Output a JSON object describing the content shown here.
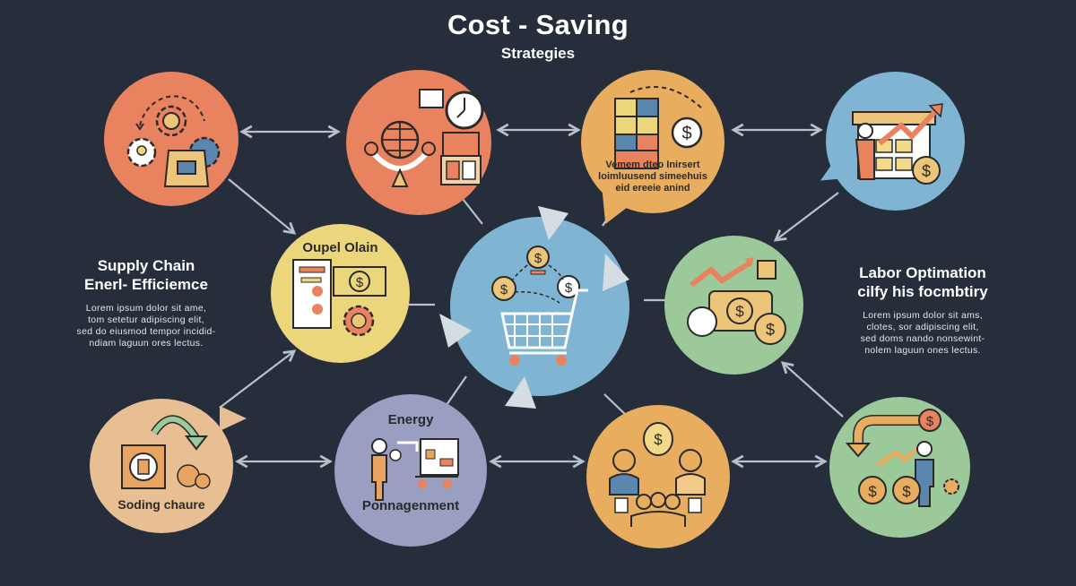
{
  "header": {
    "title": "Cost - Saving",
    "subtitle": "Strategies"
  },
  "colors": {
    "background": "#262d3b",
    "orange": "#e8825f",
    "amber": "#e8ad5f",
    "blue": "#7fb5d3",
    "yellow": "#ecd67c",
    "green": "#9cc99a",
    "peach": "#e8bf93",
    "lavender": "#9a9ec0",
    "arrow": "#b8c0cc",
    "pointer": "#d5dde3"
  },
  "nodes": [
    {
      "id": "process-automation",
      "icon": "gears-machine-icon",
      "label": ""
    },
    {
      "id": "global-sourcing",
      "icon": "globe-scale-icon",
      "label": ""
    },
    {
      "id": "inventory-spend",
      "icon": "grid-chart-dollar-icon",
      "label": "Vemem dteo Inirsert loimluusend simeehuis eid ereeie anind"
    },
    {
      "id": "retail-growth",
      "icon": "store-growth-icon",
      "label": ""
    },
    {
      "id": "budget-plan",
      "icon": "document-money-gear-icon",
      "label": "Oupel Olain"
    },
    {
      "id": "center-hub",
      "icon": "shopping-cart-dollar-icon",
      "label": ""
    },
    {
      "id": "revenue-growth",
      "icon": "money-trend-icon",
      "label": ""
    },
    {
      "id": "sourcing-change",
      "icon": "machine-cycle-icon",
      "label": "Soding chaure"
    },
    {
      "id": "energy-management",
      "icon": "worker-cart-icon",
      "label_top": "Energy",
      "label_bottom": "Ponnagenment"
    },
    {
      "id": "team-ideas",
      "icon": "team-idea-icon",
      "label": ""
    },
    {
      "id": "labor-investment",
      "icon": "person-return-icon",
      "label": ""
    }
  ],
  "side_left": {
    "heading_line1": "Supply Chain",
    "heading_line2": "Enerl- Efficiemce",
    "body": [
      "Lorem ipsum dolor sit ame,",
      "tom setetur adipiscing elit,",
      "sed do eiusmod tempor incidid-",
      "ndiam laguun ores lectus."
    ]
  },
  "side_right": {
    "heading_line1": "Labor Optimation",
    "heading_line2": "cilfy his focmbtiry",
    "body": [
      "Lorem ipsum dolor sit ams,",
      "clotes, sor adipiscing elit,",
      "sed doms nando nonsewint-",
      "nolem laguun ones lectus."
    ]
  }
}
